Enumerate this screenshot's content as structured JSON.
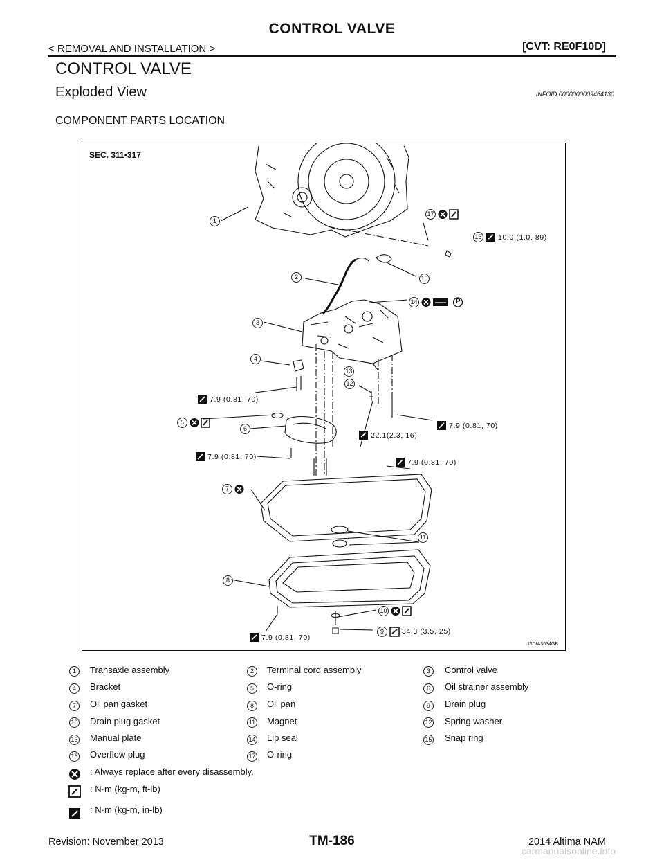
{
  "header": {
    "title": "CONTROL VALVE",
    "left": "< REMOVAL AND INSTALLATION >",
    "right": "[CVT: RE0F10D]"
  },
  "section_title": "CONTROL VALVE",
  "subsection_title": "Exploded View",
  "info_id": "INFOID:0000000009464130",
  "location_title": "COMPONENT PARTS LOCATION",
  "figure": {
    "sec_label": "SEC. 311•317",
    "code": "JSDIA3634GB",
    "callouts": [
      "1",
      "2",
      "3",
      "4",
      "5",
      "6",
      "7",
      "8",
      "9",
      "10",
      "11",
      "12",
      "13",
      "14",
      "15",
      "16",
      "17"
    ],
    "torques": {
      "t16": "10.0 (1.0, 89)",
      "t_left_upper": "7.9 (0.81, 70)",
      "t_right_upper": "7.9 (0.81, 70)",
      "t_center": "22.1(2.3, 16)",
      "t_left_lower": "7.9 (0.81, 70)",
      "t_right_lower": "7.9 (0.81, 70)",
      "t9": "34.3 (3.5, 25)",
      "t_bottom": "7.9 (0.81, 70)"
    },
    "symbol_p": "P"
  },
  "legend": [
    {
      "num": "1",
      "text": "Transaxle assembly"
    },
    {
      "num": "2",
      "text": "Terminal cord assembly"
    },
    {
      "num": "3",
      "text": "Control valve"
    },
    {
      "num": "4",
      "text": "Bracket"
    },
    {
      "num": "5",
      "text": "O-ring"
    },
    {
      "num": "6",
      "text": "Oil strainer assembly"
    },
    {
      "num": "7",
      "text": "Oil pan gasket"
    },
    {
      "num": "8",
      "text": "Oil pan"
    },
    {
      "num": "9",
      "text": "Drain plug"
    },
    {
      "num": "10",
      "text": "Drain plug gasket"
    },
    {
      "num": "11",
      "text": "Magnet"
    },
    {
      "num": "12",
      "text": "Spring washer"
    },
    {
      "num": "13",
      "text": "Manual plate"
    },
    {
      "num": "14",
      "text": "Lip seal"
    },
    {
      "num": "15",
      "text": "Snap ring"
    },
    {
      "num": "16",
      "text": "Overflow plug"
    },
    {
      "num": "17",
      "text": "O-ring"
    }
  ],
  "symbol_legend": [
    {
      "icon": "replace-icon",
      "text": ": Always replace after every disassembly."
    },
    {
      "icon": "torque-ftlb-icon",
      "text": ": N·m (kg-m, ft-lb)"
    },
    {
      "icon": "torque-inlb-icon",
      "text": ": N·m (kg-m, in-lb)"
    }
  ],
  "footer": {
    "left": "Revision: November 2013",
    "center": "TM-186",
    "right": "2014 Altima NAM",
    "watermark": "carmanualsonline.info"
  }
}
